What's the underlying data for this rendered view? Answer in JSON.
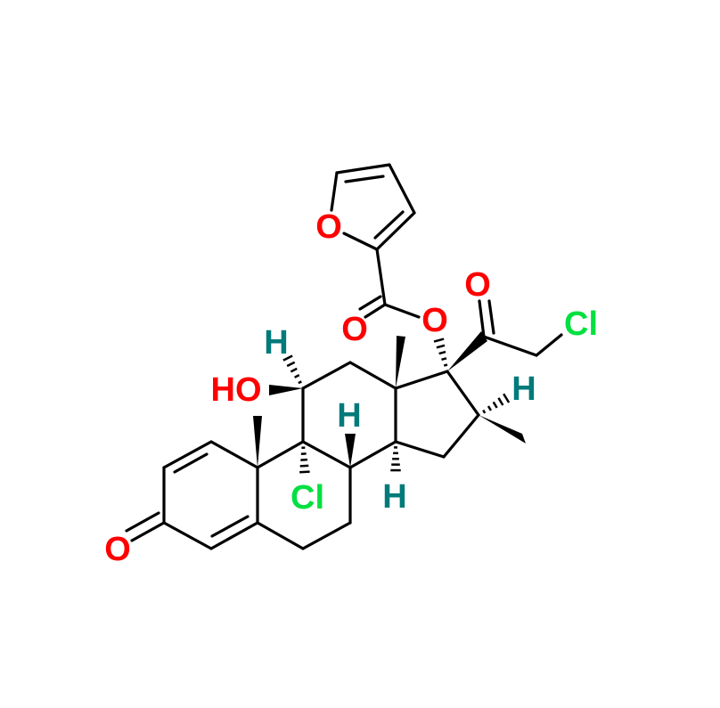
{
  "molecule": {
    "atoms": {
      "o_ketone": "O",
      "hydroxyl": "HO",
      "h11": "H",
      "h8": "H",
      "h14": "H",
      "h16": "H",
      "cl9": "Cl",
      "cl21": "Cl",
      "o_furan": "O",
      "o_ester_carbonyl": "O",
      "o_ester": "O",
      "o_c20": "O"
    },
    "colors": {
      "oxygen": "#ff0000",
      "chlorine": "#00e040",
      "hydrogen": "#007a7a",
      "bond": "#000000"
    }
  }
}
